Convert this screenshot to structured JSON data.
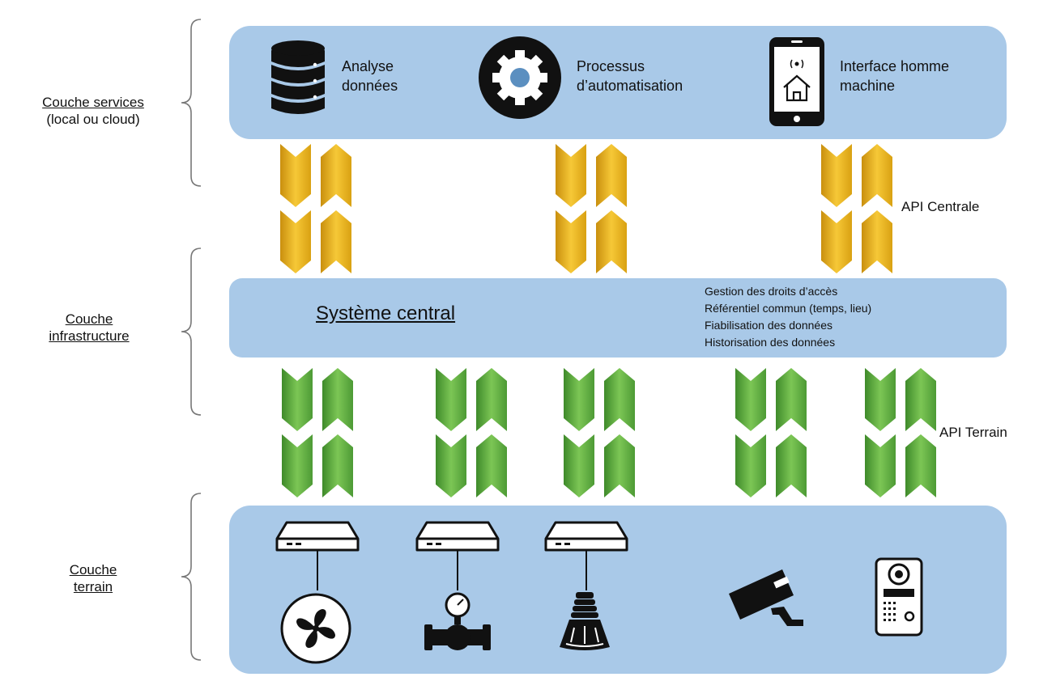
{
  "layers": {
    "services": {
      "title": "Couche services",
      "subtitle": "(local ou cloud)"
    },
    "infrastructure": {
      "title_line1": "Couche",
      "title_line2": "infrastructure"
    },
    "terrain": {
      "title_line1": "Couche",
      "title_line2": "terrain"
    }
  },
  "services": [
    {
      "icon": "database-icon",
      "line1": "Analyse",
      "line2": "données"
    },
    {
      "icon": "gear-icon",
      "line1": "Processus",
      "line2": "d’automatisation"
    },
    {
      "icon": "smartphone-home-icon",
      "line1": "Interface homme",
      "line2": "machine"
    }
  ],
  "central": {
    "title": "Système central",
    "features": [
      "Gestion des droits d’accès",
      "Référentiel commun (temps, lieu)",
      "Fiabilisation des données",
      "Historisation des données"
    ]
  },
  "api": {
    "central_label": "API Centrale",
    "terrain_label": "API Terrain"
  },
  "colors": {
    "band": "#a9c9e8",
    "api_central": "#f1b921",
    "api_terrain": "#5fae3f"
  },
  "devices": [
    {
      "gateway": "gateway-box-icon",
      "device": "fan-icon"
    },
    {
      "gateway": "gateway-box-icon",
      "device": "valve-gauge-icon"
    },
    {
      "gateway": "gateway-box-icon",
      "device": "light-bulb-icon"
    },
    {
      "device": "security-camera-icon"
    },
    {
      "device": "intercom-icon"
    }
  ]
}
